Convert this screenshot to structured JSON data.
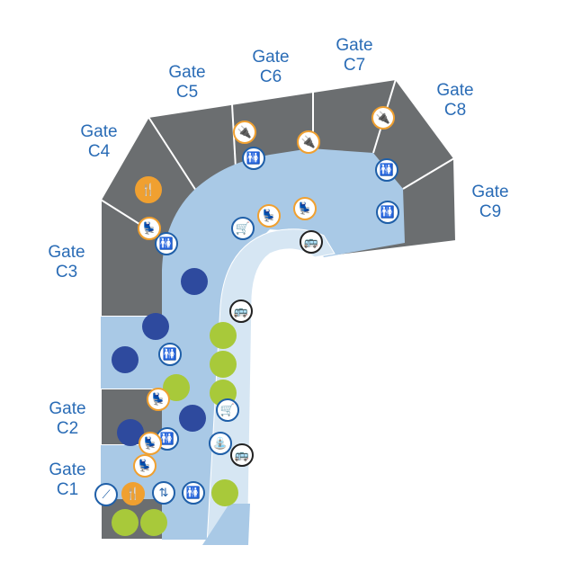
{
  "gates": [
    {
      "id": "C1",
      "word": "Gate",
      "code": "C1"
    },
    {
      "id": "C2",
      "word": "Gate",
      "code": "C2"
    },
    {
      "id": "C3",
      "word": "Gate",
      "code": "C3"
    },
    {
      "id": "C4",
      "word": "Gate",
      "code": "C4"
    },
    {
      "id": "C5",
      "word": "Gate",
      "code": "C5"
    },
    {
      "id": "C6",
      "word": "Gate",
      "code": "C6"
    },
    {
      "id": "C7",
      "word": "Gate",
      "code": "C7"
    },
    {
      "id": "C8",
      "word": "Gate",
      "code": "C8"
    },
    {
      "id": "C9",
      "word": "Gate",
      "code": "C9"
    }
  ],
  "icons": {
    "restroom": "restroom-icon",
    "power": "charging-station-icon",
    "seat": "lounge-seat-icon",
    "dining": "dining-icon",
    "baggage": "baggage-cart-icon",
    "shuttle": "shuttle-bus-icon",
    "elevator": "elevator-icon",
    "escalator": "escalator-icon",
    "fountain": "water-fountain-icon"
  },
  "colors": {
    "gate_area": "#6b6e70",
    "concourse": "#a9c9e6",
    "walkway": "#d6e6f3",
    "gate_text": "#2a6cb6",
    "shop": "#2e4a9e",
    "food": "#a8c93a",
    "amenity_orange": "#f0a030"
  }
}
